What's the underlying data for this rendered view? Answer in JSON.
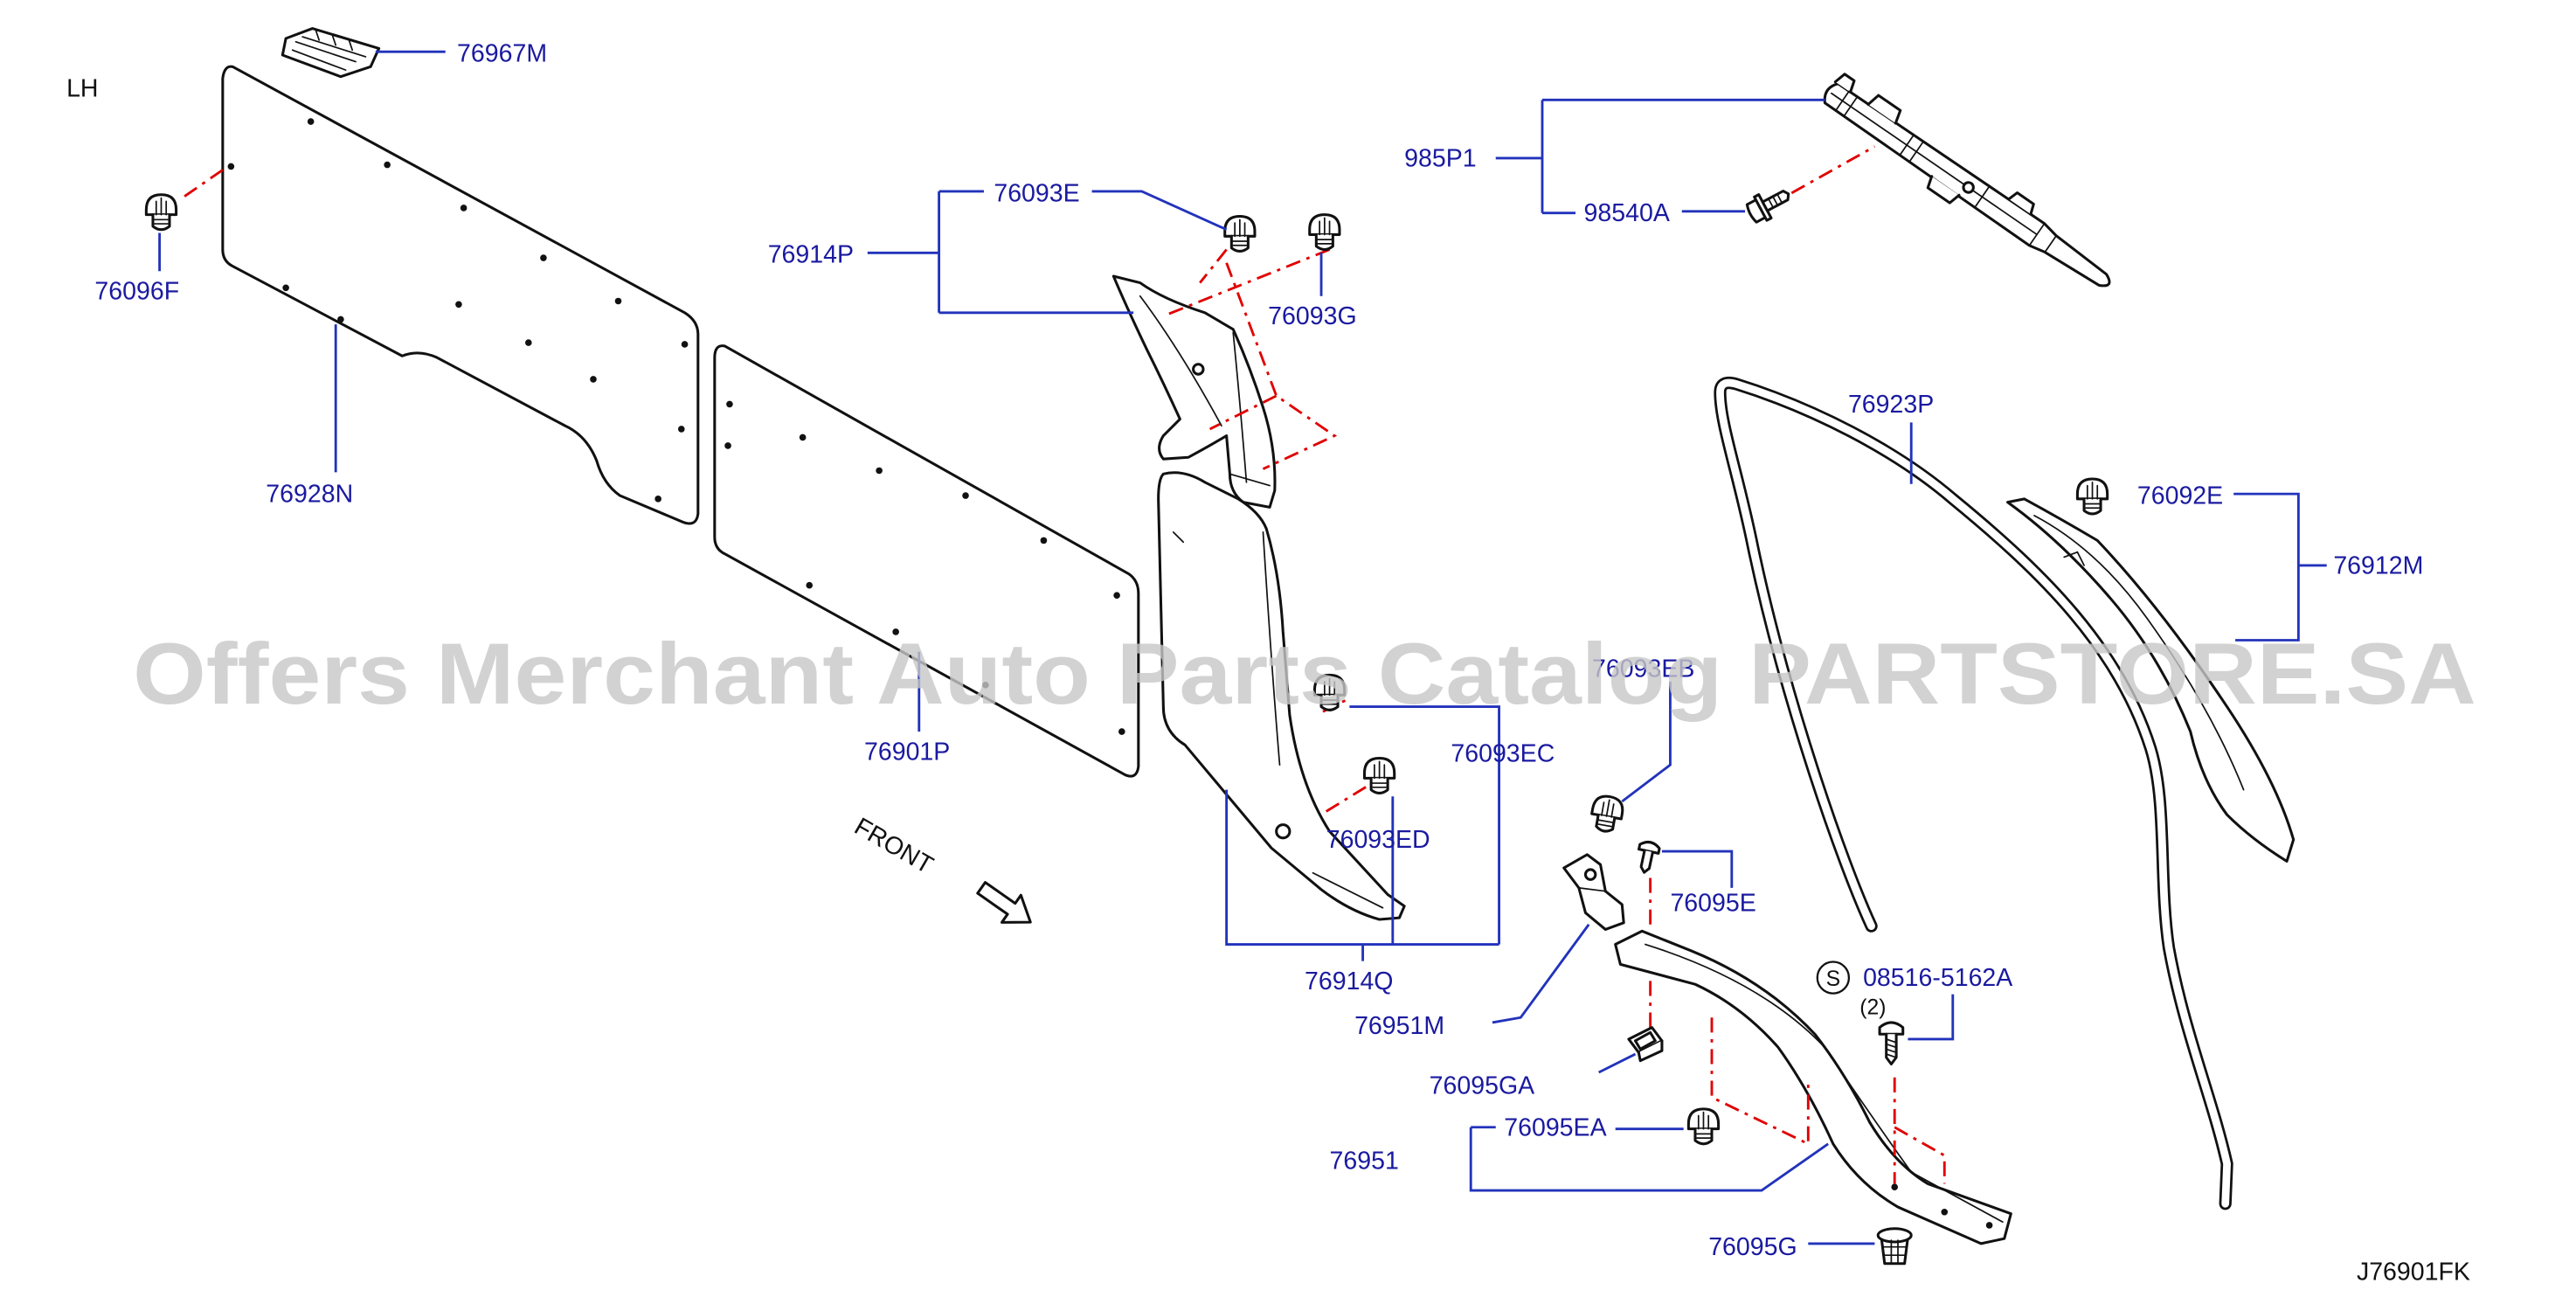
{
  "sheet": {
    "side": "LH",
    "drawing_number": "J76901FK",
    "direction": "FRONT",
    "watermark": "Offers Merchant Auto Parts Catalog PARTSTORE.SA"
  },
  "callouts": [
    "76967M",
    "76096F",
    "76928N",
    "76901P",
    "76914P",
    "76093E",
    "76093G",
    "985P1",
    "98540A",
    "76923P",
    "76092E",
    "76912M",
    "76093EB",
    "76093EC",
    "76093ED",
    "76914Q",
    "76951M",
    "76095E",
    "76095GA",
    "76095EA",
    "76951",
    "76095G"
  ],
  "standard_part": {
    "symbol": "S",
    "number": "08516-5162A",
    "quantity": "(2)"
  },
  "colors": {
    "callout_text": "#1a1aa0",
    "leader": "#2233bb",
    "assembly_line": "#e00000",
    "outline": "#111111",
    "watermark": "#c8c8c8"
  }
}
